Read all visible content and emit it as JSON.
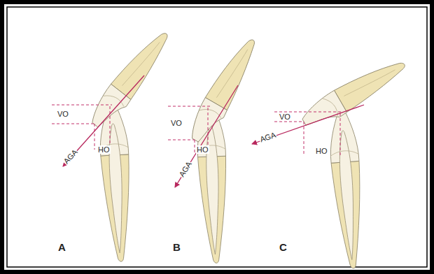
{
  "diagram": {
    "labels": [
      "VO",
      "HO",
      "AGA",
      "VO",
      "HO",
      "AGA",
      "VO",
      "HO",
      "AGA",
      "A",
      "B",
      "C"
    ]
  }
}
